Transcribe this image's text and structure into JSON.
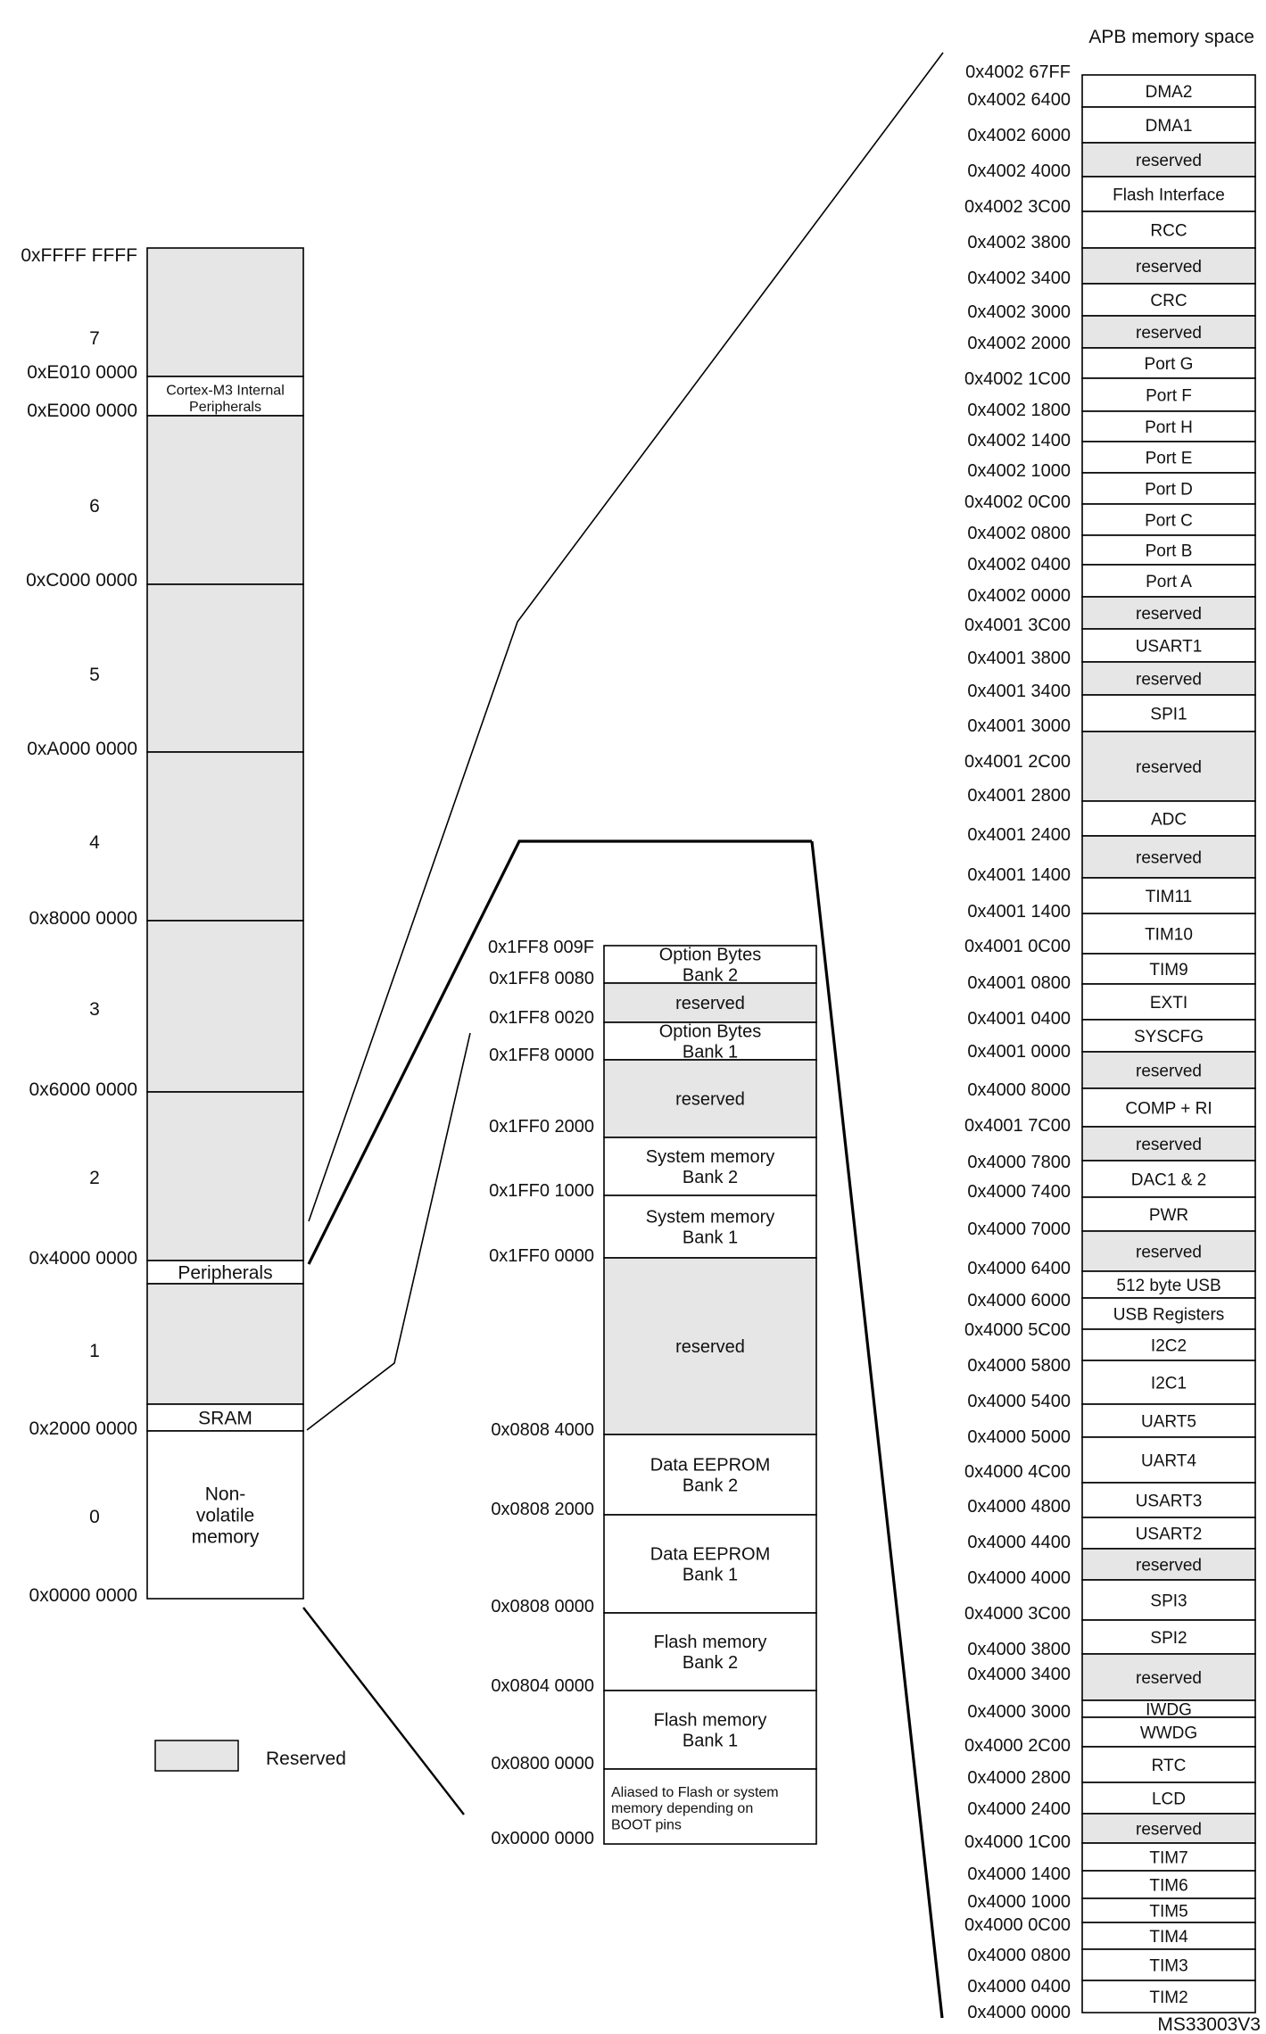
{
  "title": "APB memory space",
  "footer_id": "MS33003V3",
  "legend": {
    "label": "Reserved"
  },
  "colors": {
    "reserved_fill": "#e6e6e6",
    "normal_fill": "#ffffff",
    "stroke": "#000000"
  },
  "main_map": {
    "address_labels": [
      "0xFFFF FFFF",
      "0xE010 0000",
      "0xE000 0000",
      "0xC000 0000",
      "0xA000 0000",
      "0x8000 0000",
      "0x6000 0000",
      "0x4000 0000",
      "0x2000 0000",
      "0x0000 0000"
    ],
    "block_numbers": [
      "7",
      "6",
      "5",
      "4",
      "3",
      "2",
      "1",
      "0"
    ],
    "regions": [
      {
        "name": "",
        "reserved": true
      },
      {
        "name": "Cortex-M3 Internal\nPeripherals",
        "reserved": false
      },
      {
        "name": "",
        "reserved": true
      },
      {
        "name": "",
        "reserved": true
      },
      {
        "name": "",
        "reserved": true
      },
      {
        "name": "",
        "reserved": true
      },
      {
        "name": "",
        "reserved": true
      },
      {
        "name": "Peripherals",
        "reserved": false
      },
      {
        "name": "",
        "reserved": true
      },
      {
        "name": "SRAM",
        "reserved": false
      },
      {
        "name": "Non-\nvolatile\nmemory",
        "reserved": false
      }
    ]
  },
  "nvm_map": {
    "address_labels": [
      "0x1FF8 009F",
      "0x1FF8 0080",
      "0x1FF8 0020",
      "0x1FF8 0000",
      "0x1FF0 2000",
      "0x1FF0 1000",
      "0x1FF0 0000",
      "0x0808 4000",
      "0x0808 2000",
      "0x0808 0000",
      "0x0804 0000",
      "0x0800 0000",
      "0x0000 0000"
    ],
    "regions": [
      {
        "name": "Option Bytes\nBank 2",
        "reserved": false
      },
      {
        "name": "reserved",
        "reserved": true
      },
      {
        "name": "Option Bytes\nBank 1",
        "reserved": false
      },
      {
        "name": "reserved",
        "reserved": true
      },
      {
        "name": "System memory\nBank 2",
        "reserved": false
      },
      {
        "name": "System memory\nBank 1",
        "reserved": false
      },
      {
        "name": "reserved",
        "reserved": true
      },
      {
        "name": "Data EEPROM\nBank 2",
        "reserved": false
      },
      {
        "name": "Data EEPROM\nBank 1",
        "reserved": false
      },
      {
        "name": "Flash memory\nBank 2",
        "reserved": false
      },
      {
        "name": "Flash memory\nBank 1",
        "reserved": false
      },
      {
        "name": "Aliased to Flash or system\nmemory depending on\nBOOT pins",
        "reserved": false
      }
    ]
  },
  "apb_map": {
    "address_labels": [
      "0x4002 67FF",
      "0x4002 6400",
      "0x4002 6000",
      "0x4002 4000",
      "0x4002 3C00",
      "0x4002 3800",
      "0x4002 3400",
      "0x4002 3000",
      "0x4002 2000",
      "0x4002  1C00",
      "0x4002 1800",
      "0x4002 1400",
      "0x4002 1000",
      "0x4002 0C00",
      "0x4002 0800",
      "0x4002 0400",
      "0x4002 0000",
      "0x4001 3C00",
      "0x4001 3800",
      "0x4001 3400",
      "0x4001 3000",
      "0x4001 2C00",
      "0x4001 2800",
      "0x4001 2400",
      "0x4001 1400",
      "0x4001 1400",
      "0x4001 0C00",
      "0x4001 0800",
      "0x4001 0400",
      "0x4001 0000",
      "0x4000 8000",
      "0x4001 7C00",
      "0x4000 7800",
      "0x4000 7400",
      "0x4000 7000",
      "0x4000 6400",
      "0x4000 6000",
      "0x4000 5C00",
      "0x4000 5800",
      "0x4000 5400",
      "0x4000 5000",
      "0x4000 4C00",
      "0x4000 4800",
      "0x4000 4400",
      "0x4000 4000",
      "0x4000 3C00",
      "0x4000 3800",
      "0x4000 3400",
      "0x4000 3000",
      "0x4000 2C00",
      "0x4000 2800",
      "0x4000 2400",
      "0x4000 1C00",
      "0x4000 1400",
      "0x4000 1000",
      "0x4000 0C00",
      "0x4000 0800",
      "0x4000 0400",
      "0x4000 0000"
    ],
    "regions": [
      {
        "name": "DMA2",
        "reserved": false
      },
      {
        "name": "DMA1",
        "reserved": false
      },
      {
        "name": "reserved",
        "reserved": true
      },
      {
        "name": "Flash Interface",
        "reserved": false
      },
      {
        "name": "RCC",
        "reserved": false
      },
      {
        "name": "reserved",
        "reserved": true
      },
      {
        "name": "CRC",
        "reserved": false
      },
      {
        "name": "reserved",
        "reserved": true
      },
      {
        "name": "Port G",
        "reserved": false
      },
      {
        "name": "Port F",
        "reserved": false
      },
      {
        "name": "Port H",
        "reserved": false
      },
      {
        "name": "Port E",
        "reserved": false
      },
      {
        "name": "Port D",
        "reserved": false
      },
      {
        "name": "Port C",
        "reserved": false
      },
      {
        "name": "Port B",
        "reserved": false
      },
      {
        "name": "Port A",
        "reserved": false
      },
      {
        "name": "reserved",
        "reserved": true
      },
      {
        "name": "USART1",
        "reserved": false
      },
      {
        "name": "reserved",
        "reserved": true
      },
      {
        "name": "SPI1",
        "reserved": false
      },
      {
        "name": "reserved",
        "reserved": true
      },
      {
        "name": "ADC",
        "reserved": false
      },
      {
        "name": "reserved",
        "reserved": true
      },
      {
        "name": "TIM11",
        "reserved": false
      },
      {
        "name": "TIM10",
        "reserved": false
      },
      {
        "name": "TIM9",
        "reserved": false
      },
      {
        "name": "EXTI",
        "reserved": false
      },
      {
        "name": "SYSCFG",
        "reserved": false
      },
      {
        "name": "reserved",
        "reserved": true
      },
      {
        "name": "COMP + RI",
        "reserved": false
      },
      {
        "name": "reserved",
        "reserved": true
      },
      {
        "name": "DAC1 & 2",
        "reserved": false
      },
      {
        "name": "PWR",
        "reserved": false
      },
      {
        "name": "reserved",
        "reserved": true
      },
      {
        "name": "512 byte USB",
        "reserved": false
      },
      {
        "name": "USB Registers",
        "reserved": false
      },
      {
        "name": "I2C2",
        "reserved": false
      },
      {
        "name": "I2C1",
        "reserved": false
      },
      {
        "name": "UART5",
        "reserved": false
      },
      {
        "name": "UART4",
        "reserved": false
      },
      {
        "name": "USART3",
        "reserved": false
      },
      {
        "name": "USART2",
        "reserved": false
      },
      {
        "name": "reserved",
        "reserved": true
      },
      {
        "name": "SPI3",
        "reserved": false
      },
      {
        "name": "SPI2",
        "reserved": false
      },
      {
        "name": "reserved",
        "reserved": true
      },
      {
        "name": "IWDG",
        "reserved": false
      },
      {
        "name": "WWDG",
        "reserved": false
      },
      {
        "name": "RTC",
        "reserved": false
      },
      {
        "name": "LCD",
        "reserved": false
      },
      {
        "name": "reserved",
        "reserved": true
      },
      {
        "name": "TIM7",
        "reserved": false
      },
      {
        "name": "TIM6",
        "reserved": false
      },
      {
        "name": "TIM5",
        "reserved": false
      },
      {
        "name": "TIM4",
        "reserved": false
      },
      {
        "name": "TIM3",
        "reserved": false
      },
      {
        "name": "TIM2",
        "reserved": false
      }
    ]
  }
}
